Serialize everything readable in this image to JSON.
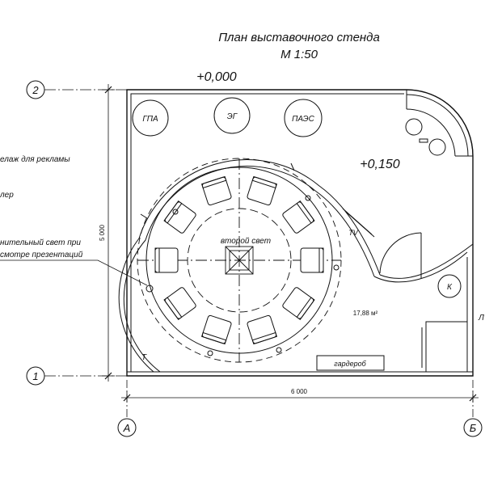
{
  "title": {
    "line1": "План выставочного стенда",
    "line2": "М 1:50"
  },
  "levels": {
    "outer": "+0,000",
    "podium": "+0,150"
  },
  "circles": {
    "gpa": "ГПА",
    "eg": "ЭГ",
    "paes": "ПАЭС",
    "k": "К"
  },
  "labels": {
    "second_light": "второй свет",
    "area": "17,88 м²",
    "tv": "TV",
    "t": "Т",
    "wardrobe": "гардероб",
    "right_edge": "Л"
  },
  "callouts": {
    "rack": "елаж для рекламы",
    "cooler": "лер",
    "extra_light_line1": "нительный свет при",
    "extra_light_line2": "смотре презентаций"
  },
  "dimensions": {
    "width": "6 000",
    "height": "5 000"
  },
  "axes": {
    "row_top": "2",
    "row_bottom": "1",
    "col_left": "А",
    "col_right": "Б"
  }
}
